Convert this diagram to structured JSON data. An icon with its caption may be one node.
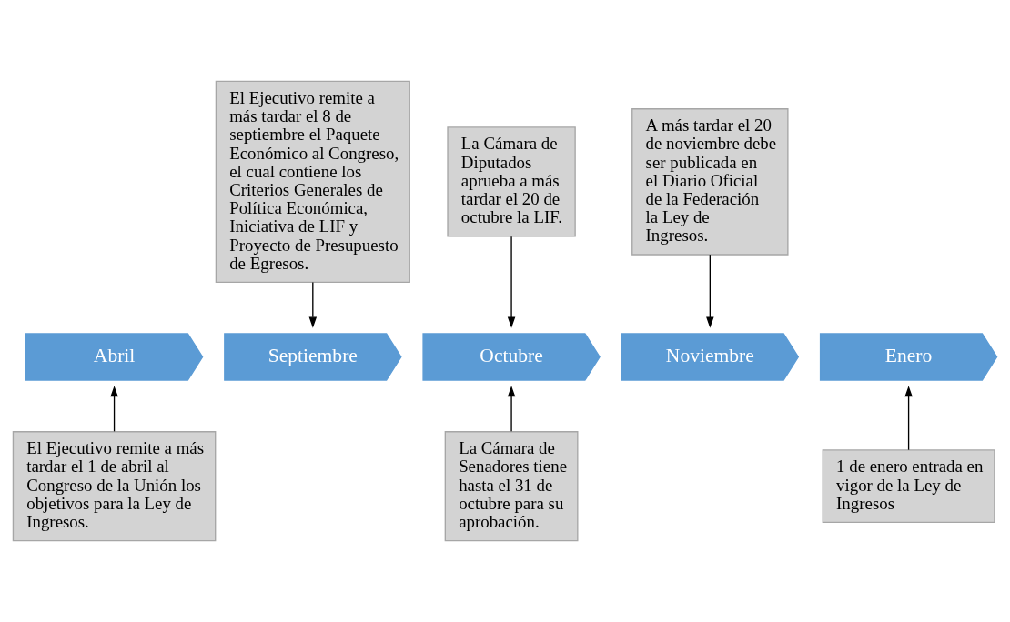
{
  "diagram": {
    "nodes": [
      {
        "text": [
          "El Ejecutivo remite a más tardar el 8 de septiembre el Paquete Económico al Congreso, el cual contiene los Criterios Generales de Política Económica, Iniciativa de LIF y Proyecto de Presupuesto de Egresos."
        ]
      },
      {
        "text": [
          "La Cámara de Diputados aprueba a más tardar el 20 de octubre la LIF."
        ]
      },
      {
        "text": [
          "A más tardar el 20 de noviembre debe ser publicada en el Diario Oficial de la Federación la Ley de Ingresos."
        ]
      },
      {
        "text": [
          "Abril"
        ]
      },
      {
        "text": [
          "Septiembre"
        ]
      },
      {
        "text": [
          "Octubre"
        ]
      },
      {
        "text": [
          "Noviembre"
        ]
      },
      {
        "text": [
          "Enero"
        ]
      },
      {
        "text": [
          "El Ejecutivo remite a más tardar el 1 de abril al Congreso de la Unión los objetivos para la Ley de Ingresos."
        ]
      },
      {
        "text": [
          "La Cámara de Senadores tiene hasta el 31 de octubre para su aprobación."
        ]
      },
      {
        "text": [
          "1 de enero entrada en vigor de la Ley de Ingresos"
        ]
      }
    ],
    "edges": [
      {
        "from": 0,
        "to": 4,
        "arrow": "to"
      },
      {
        "from": 1,
        "to": 5,
        "arrow": "to"
      },
      {
        "from": 2,
        "to": 6,
        "arrow": "to"
      },
      {
        "from": 8,
        "to": 3,
        "arrow": "to"
      },
      {
        "from": 9,
        "to": 5,
        "arrow": "to"
      },
      {
        "from": 10,
        "to": 7,
        "arrow": "to"
      }
    ]
  }
}
